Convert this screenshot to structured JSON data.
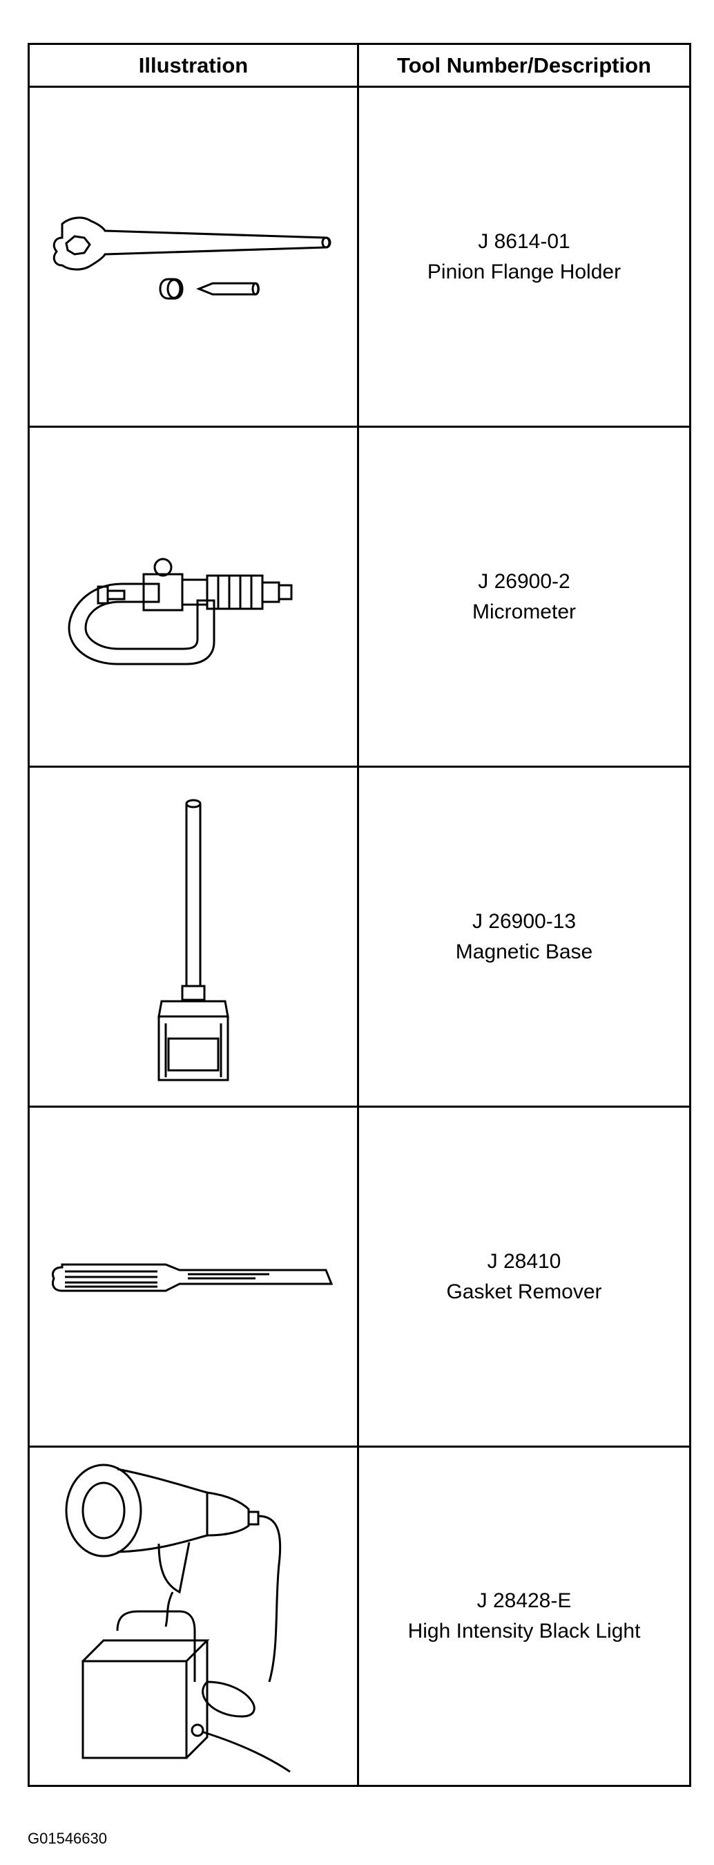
{
  "table": {
    "header": {
      "illustration": "Illustration",
      "description": "Tool Number/Description"
    },
    "rows": [
      {
        "tool_number": "J 8614-01",
        "description": "Pinion Flange Holder",
        "icon": "pinion-flange-holder-icon"
      },
      {
        "tool_number": "J 26900-2",
        "description": "Micrometer",
        "icon": "micrometer-icon"
      },
      {
        "tool_number": "J 26900-13",
        "description": "Magnetic Base",
        "icon": "magnetic-base-icon"
      },
      {
        "tool_number": "J 28410",
        "description": "Gasket Remover",
        "icon": "gasket-remover-icon"
      },
      {
        "tool_number": "J 28428-E",
        "description": "High Intensity Black Light",
        "icon": "black-light-icon"
      }
    ]
  },
  "footer": {
    "figure_id": "G01546630"
  }
}
